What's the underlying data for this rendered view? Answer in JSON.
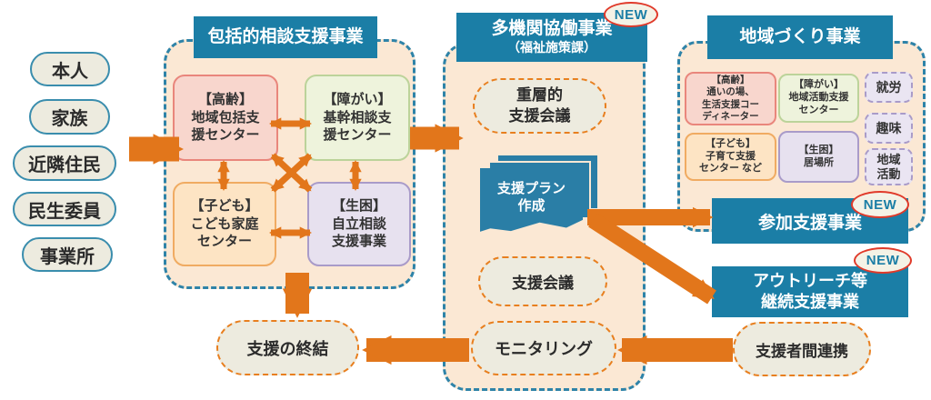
{
  "sources": [
    {
      "label": "本人"
    },
    {
      "label": "家族"
    },
    {
      "label": "近隣住民"
    },
    {
      "label": "民生委員"
    },
    {
      "label": "事業所"
    }
  ],
  "panel_comprehensive": {
    "title": "包括的相談支援事業",
    "boxes": [
      {
        "label": "【高齢】\n地域包括支\n援センター"
      },
      {
        "label": "【障がい】\n基幹相談支\n援センター"
      },
      {
        "label": "【子ども】\nこども家庭\nセンター"
      },
      {
        "label": "【生困】\n自立相談\n支援事業"
      }
    ]
  },
  "panel_multi_agency": {
    "title": "多機関協働事業",
    "subtitle": "（福祉施策課）",
    "badge": "NEW",
    "meeting_layered": "重層的\n支援会議",
    "plan": "支援プラン\n作成",
    "meeting_support": "支援会議",
    "monitoring": "モニタリング"
  },
  "panel_community": {
    "title": "地域づくり事業",
    "boxes": [
      {
        "label": "【高齢】\n通いの場、\n生活支援コー\nディネーター"
      },
      {
        "label": "【障がい】\n地域活動支援\nセンター"
      },
      {
        "label": "【子ども】\n子育て支援\nセンター など"
      },
      {
        "label": "【生困】\n居場所"
      }
    ],
    "side_items": [
      {
        "label": "就労"
      },
      {
        "label": "趣味"
      },
      {
        "label": "地域\n活動"
      }
    ]
  },
  "participation": {
    "label": "参加支援事業",
    "badge": "NEW"
  },
  "outreach": {
    "label": "アウトリーチ等\n継続支援事業",
    "badge": "NEW"
  },
  "collaboration": {
    "label": "支援者間連携"
  },
  "end_of_support": {
    "label": "支援の終結"
  },
  "colors": {
    "header_blue": "#1b7ea6",
    "panel_bg": "#fbe8d4",
    "dashed_blue": "#2e83a8",
    "arrow_orange": "#e2761b",
    "new_badge_red": "#e03a2a",
    "oval_bg": "#edebdf"
  }
}
